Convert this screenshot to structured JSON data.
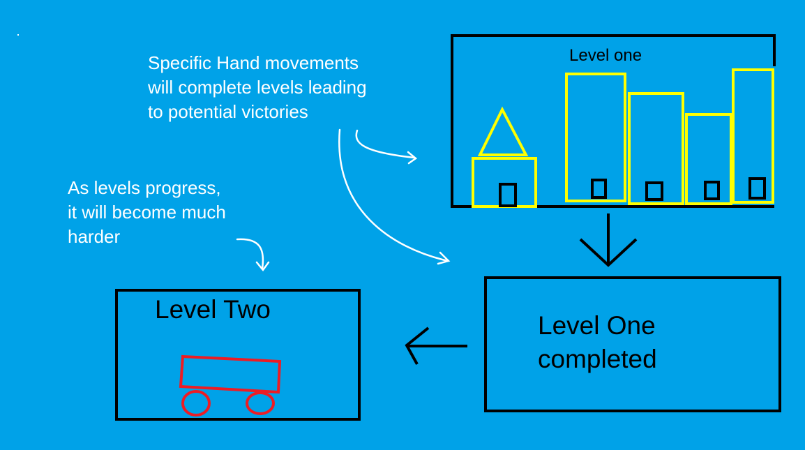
{
  "notes": {
    "top": [
      "Specific Hand movements",
      "will complete levels leading",
      "to potential victories"
    ],
    "left": [
      "As levels progress,",
      "it will become much",
      "harder"
    ]
  },
  "panels": {
    "level_one": {
      "title": "Level one"
    },
    "level_one_completed": {
      "lines": [
        "Level One",
        "completed"
      ]
    },
    "level_two": {
      "title": "Level Two"
    }
  },
  "colors": {
    "background": "#00a2e8",
    "buildings": "#ffff00",
    "cart": "#ed1c24",
    "arrows_white": "#ffffff",
    "outline": "#000000"
  },
  "icons": {
    "level_one_scene": [
      "house-icon",
      "building-icon"
    ],
    "level_two_scene": [
      "cart-icon"
    ]
  }
}
